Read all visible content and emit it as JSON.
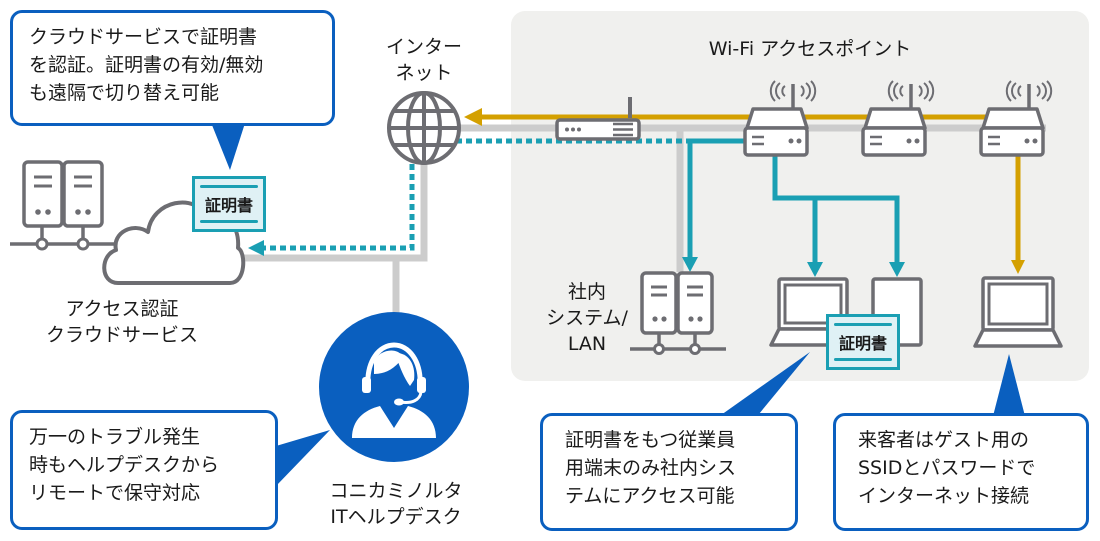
{
  "title": "Wi-Fi証明書認証ネットワーク構成",
  "colors": {
    "callout_border": "#0a5fbf",
    "guest_line": "#d4a000",
    "employee_line": "#1a9fb3",
    "wired_line": "#cccccc",
    "device_stroke": "#6d6d72",
    "office_area": "#f0f0ee",
    "helpdesk_circle": "#0a5fbf",
    "cert_fill": "#dff1f5"
  },
  "callouts": {
    "cloud_cert": [
      "クラウドサービスで証明書",
      "を認証。証明書の有効/無効",
      "も遠隔で切り替え可能"
    ],
    "helpdesk": [
      "万一のトラブル発生",
      "時もヘルプデスクから",
      "リモートで保守対応"
    ],
    "employee": [
      "証明書をもつ従業員",
      "用端末のみ社内シス",
      "テムにアクセス可能"
    ],
    "guest": [
      "来客者はゲスト用の",
      "SSIDとパスワードで",
      "インターネット接続"
    ]
  },
  "labels": {
    "internet": [
      "インター",
      "ネット"
    ],
    "wifi_ap": "Wi-Fi アクセスポイント",
    "cloud_service": [
      "アクセス認証",
      "クラウドサービス"
    ],
    "internal_system": [
      "社内",
      "システム/",
      "LAN"
    ],
    "helpdesk": [
      "コニカミノルタ",
      "ITヘルプデスク"
    ]
  },
  "certificates": {
    "cloud_label": "証明書",
    "device_label": "証明書"
  },
  "icons": {
    "globe": "globe-icon",
    "router": "router-icon",
    "access_point": "wifi-access-point-icon",
    "server": "server-icon",
    "cloud": "cloud-icon",
    "laptop": "laptop-icon",
    "tablet": "tablet-icon",
    "helpdesk": "headset-operator-icon"
  },
  "access_points_count": 3
}
